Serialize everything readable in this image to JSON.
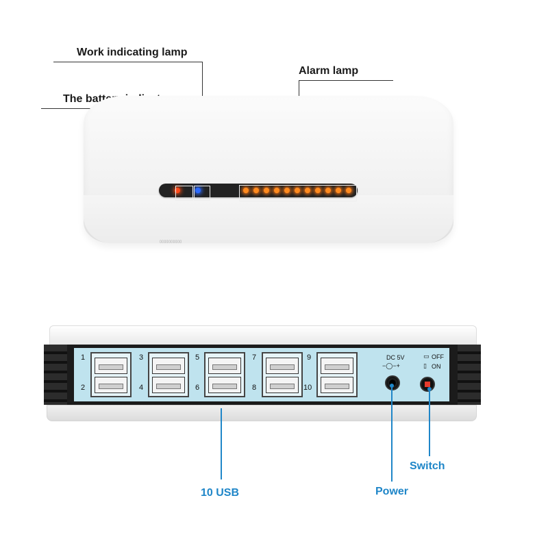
{
  "annotations": {
    "work_lamp": "Work indicating lamp",
    "battery_indicator": "The battery indicator",
    "alarm_lamp": "Alarm lamp",
    "usb": "10 USB",
    "power": "Power",
    "switch": "Switch"
  },
  "ports": {
    "numbers": [
      "1",
      "2",
      "3",
      "4",
      "5",
      "6",
      "7",
      "8",
      "9",
      "10"
    ]
  },
  "power_panel": {
    "dc_label": "DC 5V",
    "polarity": "−◯−+",
    "off_label": "OFF",
    "on_label": "ON"
  },
  "colors": {
    "annotation_blue": "#1f86c8",
    "battery_led": "#ff4a1a",
    "work_led": "#2d6bff",
    "alarm_led": "#ff8a1f",
    "panel": "#bfe3ee",
    "switch_red": "#e63b2e"
  }
}
